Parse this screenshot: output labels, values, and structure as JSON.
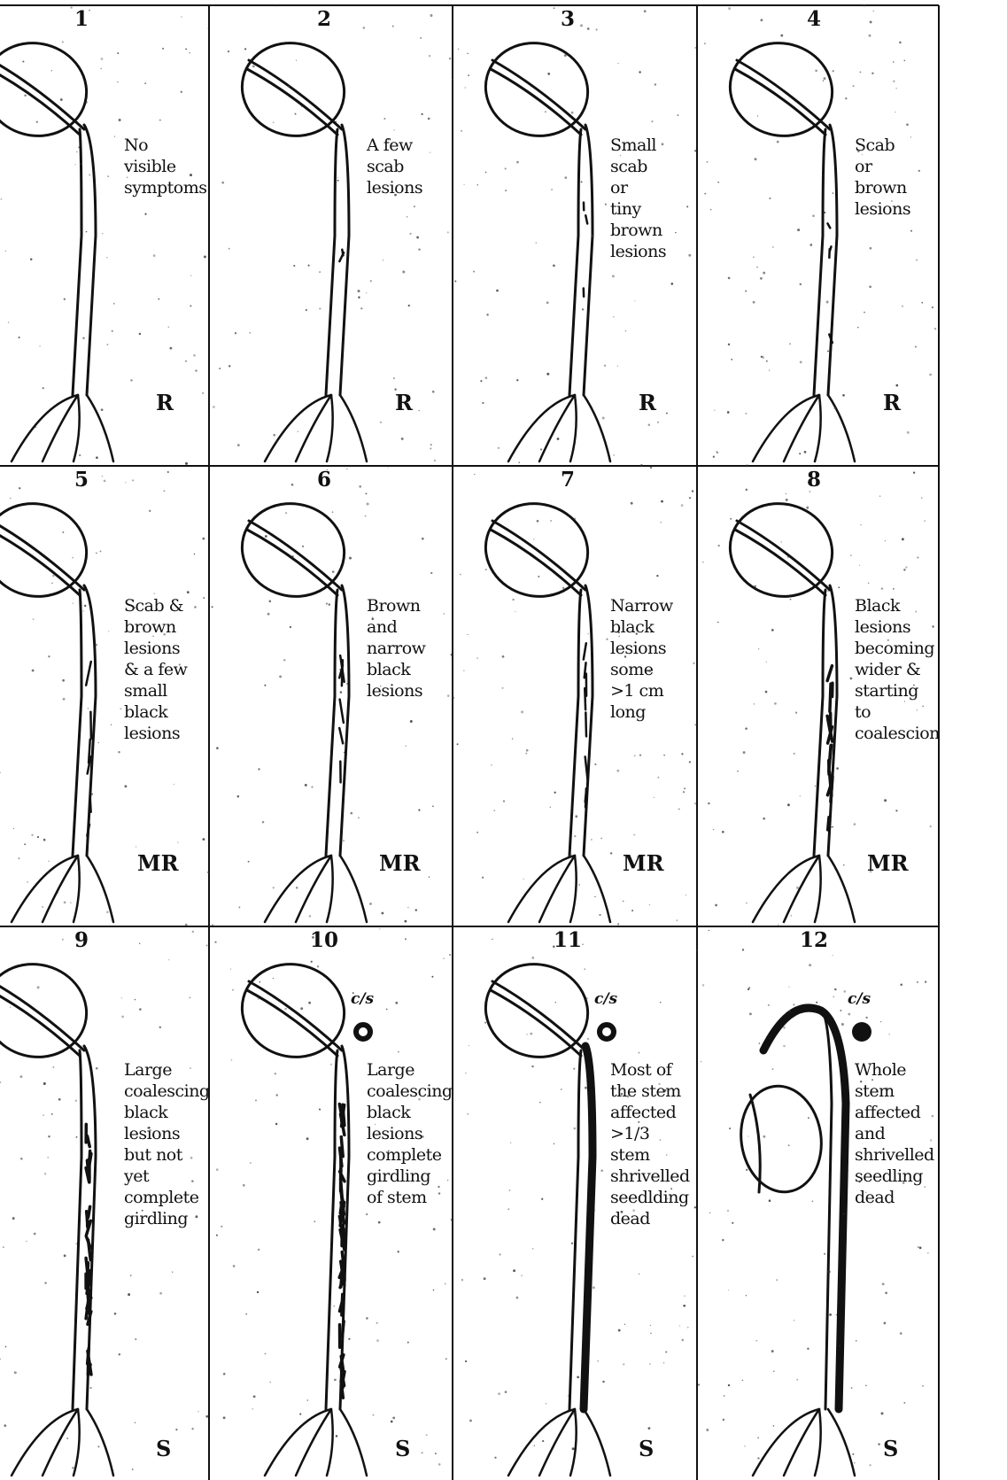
{
  "panels": [
    {
      "number": "1",
      "description": [
        "No",
        "visible",
        "symptoms"
      ],
      "rating": "R"
    },
    {
      "number": "2",
      "description": [
        "A few",
        "scab",
        "lesions"
      ],
      "rating": "R"
    },
    {
      "number": "3",
      "description": [
        "Small",
        "scab",
        "or",
        "tiny",
        "brown",
        "lesions"
      ],
      "rating": "R"
    },
    {
      "number": "4",
      "description": [
        "Scab",
        "or",
        "brown",
        "lesions"
      ],
      "rating": "R"
    },
    {
      "number": "5",
      "description": [
        "Scab &",
        "brown",
        "lesions",
        "& a few",
        "small",
        "black",
        "lesions"
      ],
      "rating": "MR"
    },
    {
      "number": "6",
      "description": [
        "Brown",
        "and",
        "narrow",
        "black",
        "lesions"
      ],
      "rating": "MR"
    },
    {
      "number": "7",
      "description": [
        "Narrow",
        "black",
        "lesions",
        "some",
        ">1 cm",
        "long"
      ],
      "rating": "MR"
    },
    {
      "number": "8",
      "description": [
        "Black",
        "lesions",
        "becoming",
        "wider &",
        "starting",
        "to",
        "coalescion"
      ],
      "rating": "MR"
    },
    {
      "number": "9",
      "description": [
        "Large",
        "coalescing",
        "black",
        "lesions",
        "but not",
        "yet",
        "complete",
        "girdling"
      ],
      "rating": "S"
    },
    {
      "number": "10",
      "description": [
        "Large",
        "coalescing",
        "black",
        "lesions",
        "complete",
        "girdling",
        "of stem"
      ],
      "rating": "S",
      "note": "c/s"
    },
    {
      "number": "11",
      "description": [
        "Most of",
        "the stem",
        "affected",
        ">1/3",
        "stem",
        "shrivelled",
        "seedlding",
        "dead"
      ],
      "rating": "S",
      "note": "c/s"
    },
    {
      "number": "12",
      "description": [
        "Whole",
        "stem",
        "affected",
        "and",
        "shrivelled",
        "seedling",
        "dead"
      ],
      "rating": "S",
      "note": "c/s"
    }
  ]
}
